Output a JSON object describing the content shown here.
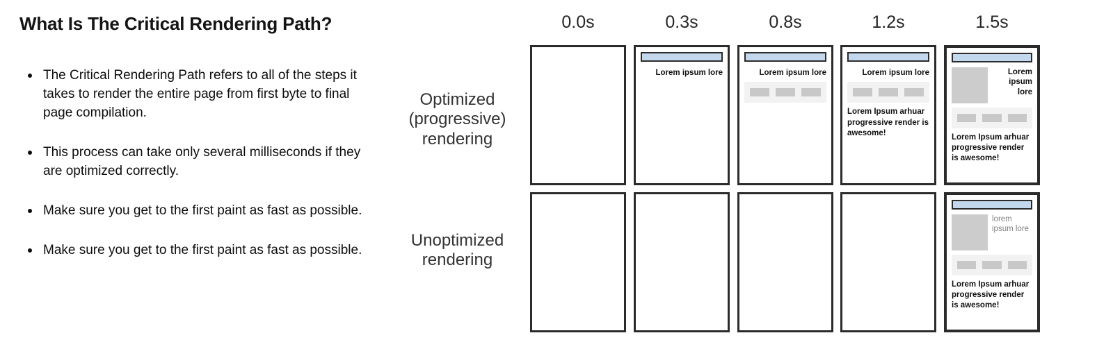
{
  "slide": {
    "title": "What Is The Critical Rendering Path?",
    "bullets": [
      "The Critical Rendering Path refers to all of the steps it takes to render the entire page from first byte to final page compilation.",
      "This process can take only several milliseconds if they are optimized correctly.",
      "Make sure you get to the first paint as fast as possible.",
      "Make sure you get to the first paint as fast as possible."
    ]
  },
  "timeline": {
    "time_labels": [
      "0.0s",
      "0.3s",
      "0.8s",
      "1.2s",
      "1.5s"
    ],
    "rows": [
      {
        "label": "Optimized\n(progressive)\nrendering",
        "label_lines": [
          "Optimized",
          "(progressive)",
          "rendering"
        ],
        "frames": [
          {
            "nav": false,
            "image": false,
            "hero_text": "",
            "chips": false,
            "body": ""
          },
          {
            "nav": true,
            "image": false,
            "hero_text": "Lorem ipsum lore",
            "chips": false,
            "body": ""
          },
          {
            "nav": true,
            "image": false,
            "hero_text": "Lorem ipsum lore",
            "chips": true,
            "body": ""
          },
          {
            "nav": true,
            "image": false,
            "hero_text": "Lorem ipsum lore",
            "chips": true,
            "body": "Lorem Ipsum arhuar progressive render is awesome!"
          },
          {
            "nav": true,
            "image": true,
            "hero_text": "Lorem ipsum lore",
            "chips": true,
            "body": "Lorem Ipsum arhuar progressive render is awesome!"
          }
        ]
      },
      {
        "label": "Unoptimized\nrendering",
        "label_lines": [
          "Unoptimized",
          "rendering"
        ],
        "frames": [
          {
            "nav": false,
            "image": false,
            "hero_text": "",
            "chips": false,
            "body": ""
          },
          {
            "nav": false,
            "image": false,
            "hero_text": "",
            "chips": false,
            "body": ""
          },
          {
            "nav": false,
            "image": false,
            "hero_text": "",
            "chips": false,
            "body": ""
          },
          {
            "nav": false,
            "image": false,
            "hero_text": "",
            "chips": false,
            "body": ""
          },
          {
            "nav": true,
            "image": true,
            "hero_text": "lorem ipsum lore",
            "hero_style": "plain",
            "chips": true,
            "body": "Lorem Ipsum arhuar progressive render is awesome!"
          }
        ]
      }
    ]
  },
  "colors": {
    "nav_bar_fill": "#c3d8ec",
    "nav_bar_border": "#2b2b2b",
    "card_border": "#2b2b2b",
    "image_placeholder": "#cccccc",
    "chip_band": "#f2f2f2",
    "chip": "#c8c8c8",
    "title": "#141414",
    "body_text": "#0d0d0d",
    "muted_text": "#808080"
  }
}
